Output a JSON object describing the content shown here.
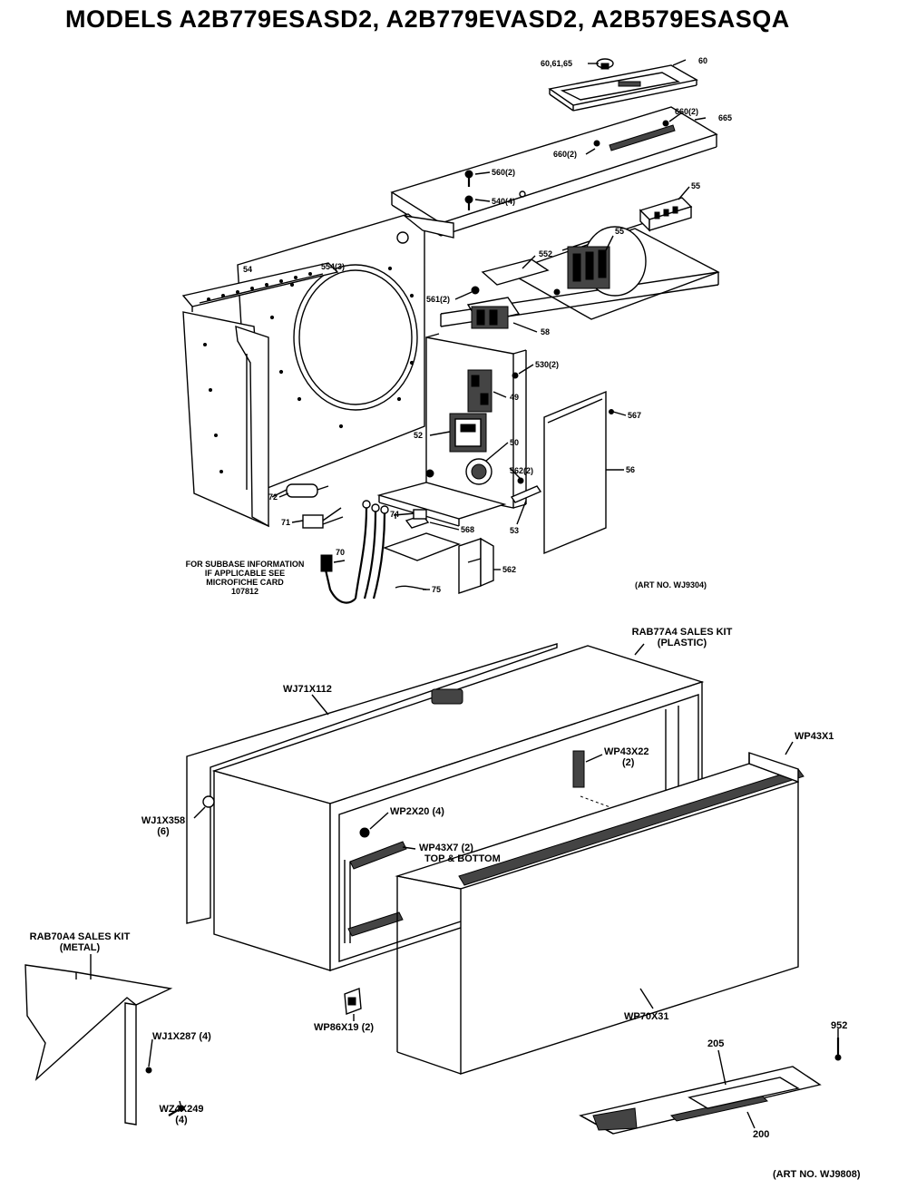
{
  "title": "MODELS A2B779ESASD2, A2B779EVASD2, A2B579ESASQA",
  "top_diagram": {
    "callouts": {
      "c1": "60,61,65",
      "c2": "60",
      "c3": "660(2)",
      "c4": "665",
      "c5": "660(2)",
      "c6": "560(2)",
      "c7": "540(4)",
      "c8": "55",
      "c9": "54",
      "c10": "554(3)",
      "c11": "552",
      "c12": "55",
      "c13": "561(2)",
      "c14": "58",
      "c15": "530(2)",
      "c16": "49",
      "c17": "567",
      "c18": "50",
      "c19": "52",
      "c20": "562(2)",
      "c21": "56",
      "c22": "53",
      "c23": "72",
      "c24": "71",
      "c25": "70",
      "c26": "74",
      "c27": "568",
      "c28": "562",
      "c29": "75"
    },
    "subbase_note": [
      "FOR SUBBASE INFORMATION",
      "IF APPLICABLE SEE",
      "MICROFICHE CARD",
      "107812"
    ],
    "art_no": "(ART NO. WJ9304)"
  },
  "bottom_diagram": {
    "callouts": {
      "sales_kit_plastic": [
        "RAB77A4 SALES KIT",
        "(PLASTIC)"
      ],
      "wj71": "WJ71X112",
      "wp43x1": "WP43X1",
      "wp43x22": [
        "WP43X22",
        "(2)"
      ],
      "wj1x358": [
        "WJ1X358",
        "(6)"
      ],
      "wp2x20": "WP2X20 (4)",
      "wp43x7": [
        "WP43X7 (2)",
        "TOP & BOTTOM"
      ],
      "sales_kit_metal": [
        "RAB70A4 SALES KIT",
        "(METAL)"
      ],
      "wj1x287": "WJ1X287 (4)",
      "wp86x19": "WP86X19 (2)",
      "wp70x31": "WP70X31",
      "wz4x249": [
        "WZ4X249",
        "(4)"
      ],
      "p952": "952",
      "p205": "205",
      "p200": "200"
    },
    "art_no": "(ART NO. WJ9808)"
  }
}
